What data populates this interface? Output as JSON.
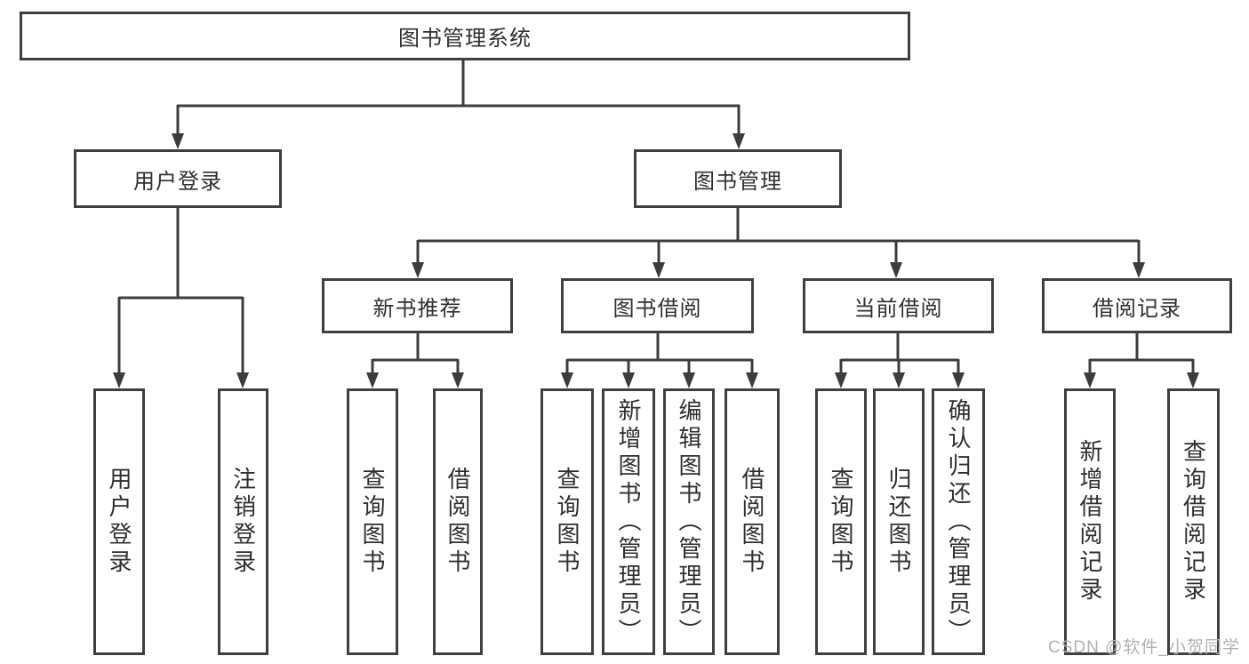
{
  "diagram": {
    "title": "图书管理系统",
    "root": {
      "label": "图书管理系统",
      "children": [
        {
          "label": "用户登录",
          "children": [
            {
              "label": "用户登录"
            },
            {
              "label": "注销登录"
            }
          ]
        },
        {
          "label": "图书管理",
          "children": [
            {
              "label": "新书推荐",
              "children": [
                {
                  "label": "查询图书"
                },
                {
                  "label": "借阅图书"
                }
              ]
            },
            {
              "label": "图书借阅",
              "children": [
                {
                  "label": "查询图书"
                },
                {
                  "label": "新增图书（管理员）"
                },
                {
                  "label": "编辑图书（管理员）"
                },
                {
                  "label": "借阅图书"
                }
              ]
            },
            {
              "label": "当前借阅",
              "children": [
                {
                  "label": "查询图书"
                },
                {
                  "label": "归还图书"
                },
                {
                  "label": "确认归还（管理员）"
                }
              ]
            },
            {
              "label": "借阅记录",
              "children": [
                {
                  "label": "新增借阅记录"
                },
                {
                  "label": "查询借阅记录"
                }
              ]
            }
          ]
        }
      ]
    }
  },
  "watermark": {
    "text": "CSDN @软件_小贺同学"
  },
  "colors": {
    "line": "#3c3c3c",
    "box_border": "#3f3f3f",
    "text": "#2f2f2f",
    "watermark": "#b2b2b2",
    "background": "#ffffff"
  }
}
